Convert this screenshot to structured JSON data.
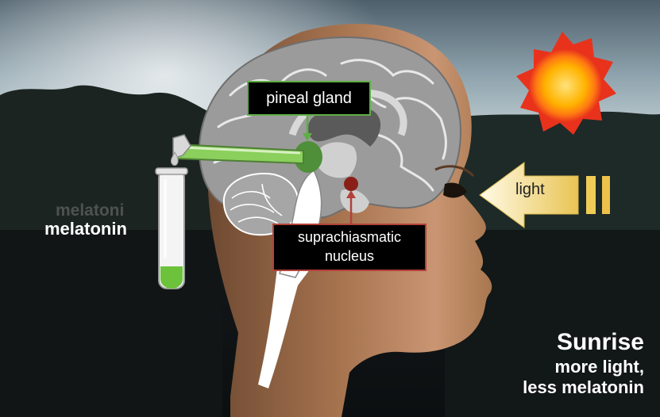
{
  "labels": {
    "pineal_gland": "pineal gland",
    "scn_line1": "suprachiasmatic",
    "scn_line2": "nucleus",
    "light": "light",
    "melatonin_ghost": "melatoni",
    "melatonin": "melatonin"
  },
  "caption": {
    "title": "Sunrise",
    "line1": "more light,",
    "line2": "less melatonin"
  },
  "icons": [
    "sun-icon",
    "light-arrow-icon",
    "test-tube-icon"
  ],
  "colors": {
    "pineal": "#5fae46",
    "scn": "#b2413a",
    "sun_core": "#ffb300",
    "sun_flame": "#e8321c",
    "skin": "#b88560",
    "brain": "#9b9b9b",
    "sky": "#9fb4bf",
    "arrow": "#f6e9a6",
    "melatonin_fluid": "#6cc23a"
  }
}
